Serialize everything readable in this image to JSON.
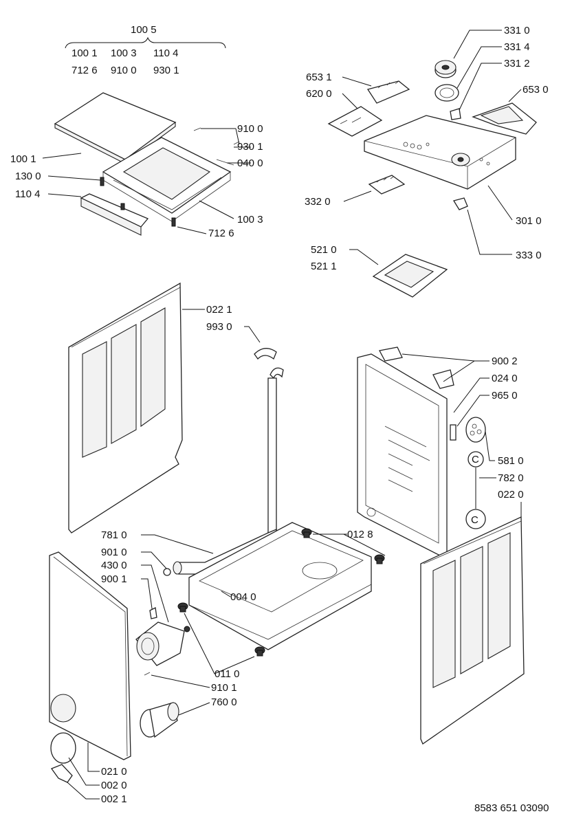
{
  "labels": {
    "l1005": "100 5",
    "l1001a": "100 1",
    "l1003a": "100 3",
    "l1104a": "110 4",
    "l7126a": "712 6",
    "l9100a": "910 0",
    "l9301a": "930 1",
    "l9100": "910 0",
    "l9301": "930 1",
    "l0400": "040 0",
    "l1001": "100 1",
    "l1300": "130 0",
    "l1104": "110 4",
    "l1003": "100 3",
    "l7126": "712 6",
    "l3310": "331 0",
    "l3314": "331 4",
    "l3312": "331 2",
    "l6531": "653 1",
    "l6200": "620 0",
    "l6530": "653 0",
    "l3320": "332 0",
    "l3010": "301 0",
    "l3330": "333 0",
    "l5210": "521 0",
    "l5211": "521 1",
    "l0221": "022 1",
    "l9930": "993 0",
    "l9002": "900 2",
    "l0240": "024 0",
    "l9650": "965 0",
    "l5810": "581 0",
    "l7820": "782 0",
    "l0220": "022 0",
    "l7810": "781 0",
    "l0128": "012 8",
    "l9010": "901 0",
    "l4300": "430 0",
    "l9001": "900 1",
    "l0040": "004 0",
    "l0110": "011 0",
    "l9101": "910 1",
    "l7600": "760 0",
    "l0210": "021 0",
    "l0020": "002 0",
    "l0021": "002 1",
    "clip_c": "C",
    "doc_id": "8583 651 03090"
  }
}
